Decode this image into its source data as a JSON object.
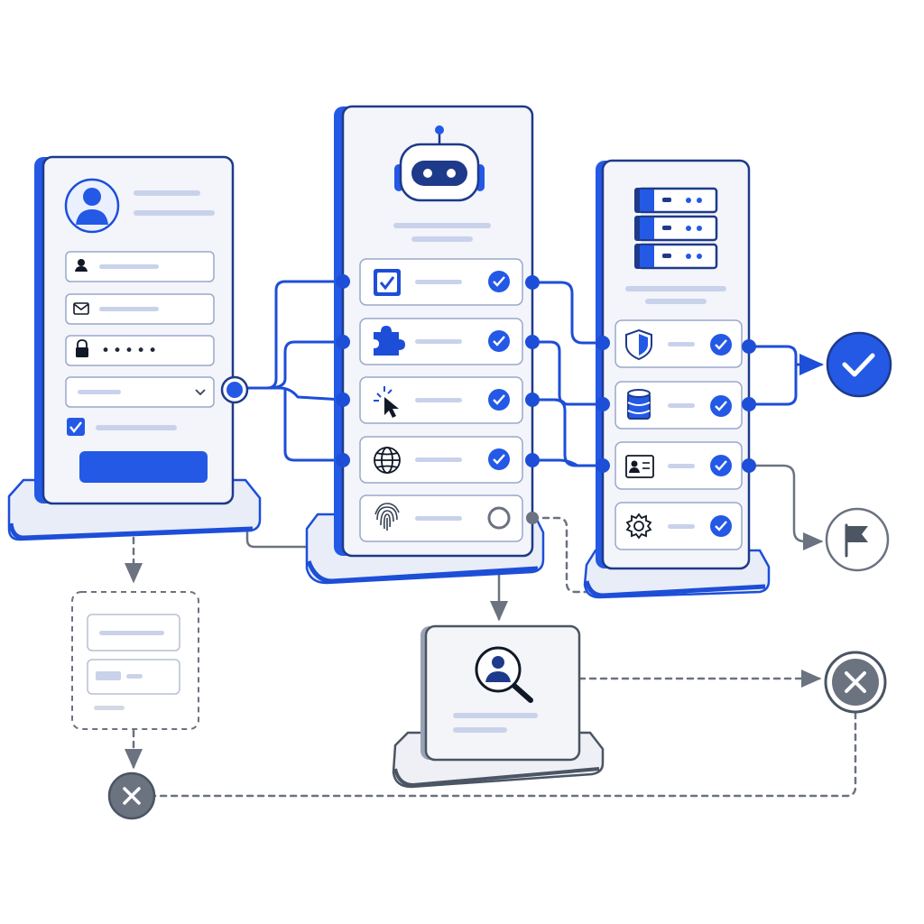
{
  "colors": {
    "primary": "#1d4ed8",
    "accent": "#2459e6",
    "card_bg": "#f3f5fb",
    "card_stroke": "#1e3a8a",
    "row_stroke": "#9aa8c9",
    "placeholder": "#c9d2ea",
    "gray": "#6b7280",
    "gray_light": "#d3d8e4",
    "dark_gray": "#4b5563"
  },
  "registration_form": {
    "password_mask": "•••••",
    "fields": [
      {
        "icon": "user-icon"
      },
      {
        "icon": "mail-icon"
      },
      {
        "icon": "lock-icon"
      },
      {
        "icon": "chevron-down-icon"
      }
    ],
    "checkbox_checked": true
  },
  "bot_checks": {
    "header_icon": "robot-icon",
    "rows": [
      {
        "icon": "checkbox-icon",
        "status": "passed"
      },
      {
        "icon": "puzzle-icon",
        "status": "passed"
      },
      {
        "icon": "pointer-click-icon",
        "status": "passed"
      },
      {
        "icon": "globe-icon",
        "status": "passed"
      },
      {
        "icon": "fingerprint-icon",
        "status": "pending"
      }
    ]
  },
  "server_checks": {
    "header_icon": "server-stack-icon",
    "rows": [
      {
        "icon": "shield-icon",
        "status": "passed"
      },
      {
        "icon": "database-icon",
        "status": "passed"
      },
      {
        "icon": "id-card-icon",
        "status": "passed"
      },
      {
        "icon": "gear-icon",
        "status": "passed"
      }
    ]
  },
  "review": {
    "icon": "user-search-icon"
  },
  "outcomes": [
    {
      "icon": "check-icon",
      "state": "approved"
    },
    {
      "icon": "flag-icon",
      "state": "flagged"
    },
    {
      "icon": "x-icon",
      "state": "rejected"
    },
    {
      "icon": "x-icon",
      "state": "rejected"
    }
  ]
}
